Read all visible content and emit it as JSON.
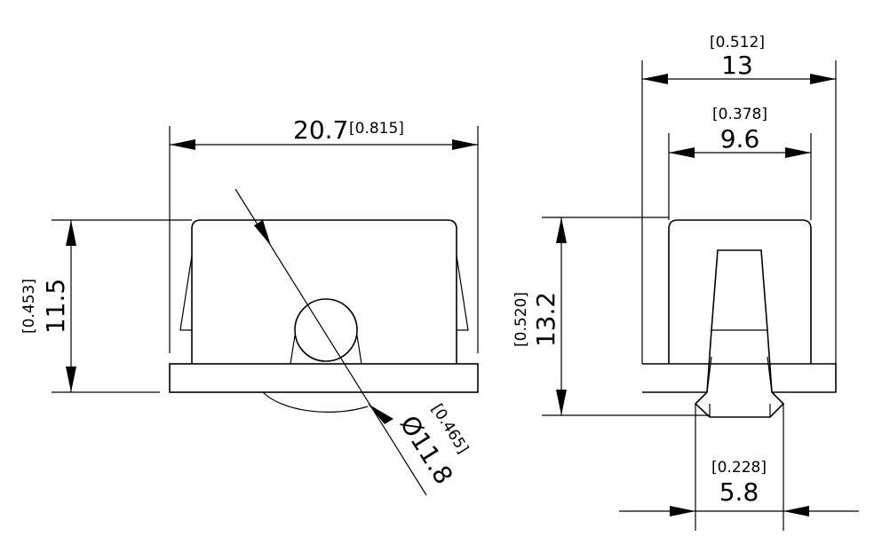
{
  "dimensions": {
    "overall_width": {
      "mm": "20.7",
      "inch": "[0.815]"
    },
    "overall_height": {
      "mm": "11.5",
      "inch": "[0.453]"
    },
    "diameter": {
      "mm": "Ø11.8",
      "inch": "[0.465]"
    },
    "side_width": {
      "mm": "13",
      "inch": "[0.512]"
    },
    "side_inner_width": {
      "mm": "9.6",
      "inch": "[0.378]"
    },
    "side_height": {
      "mm": "13.2",
      "inch": "[0.520]"
    },
    "pin_width": {
      "mm": "5.8",
      "inch": "[0.228]"
    }
  }
}
